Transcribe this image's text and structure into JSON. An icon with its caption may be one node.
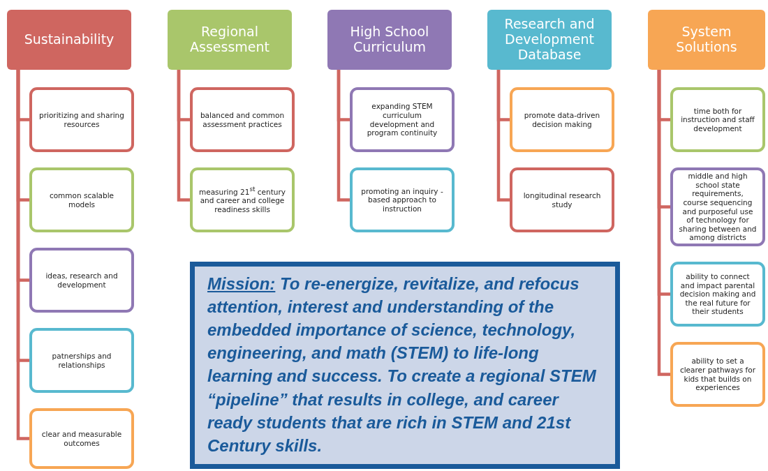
{
  "diagram": {
    "nodes": [
      {
        "text": [
          "Sustainability"
        ]
      },
      {
        "text": [
          "prioritizing and sharing resources"
        ]
      },
      {
        "text": [
          "common scalable models"
        ]
      },
      {
        "text": [
          "ideas, research and development"
        ]
      },
      {
        "text": [
          "patnerships and relationships"
        ]
      },
      {
        "text": [
          "clear and measurable outcomes"
        ]
      },
      {
        "text": [
          "Regional Assessment"
        ]
      },
      {
        "text": [
          "balanced and common assessment practices"
        ]
      },
      {
        "text": [
          "measuring 21$^{st}$ century and career and college readiness skills"
        ]
      },
      {
        "text": [
          "High School Curriculum"
        ]
      },
      {
        "text": [
          "expanding STEM curriculum development and program continuity"
        ]
      },
      {
        "text": [
          "promoting an inquiry - based approach to instruction"
        ]
      },
      {
        "text": [
          "Research and Development Database"
        ]
      },
      {
        "text": [
          "promote data-driven decision making"
        ]
      },
      {
        "text": [
          "longitudinal research study"
        ]
      },
      {
        "text": [
          "System Solutions"
        ]
      },
      {
        "text": [
          "time both for instruction and staff development"
        ]
      },
      {
        "text": [
          "middle and high school state requirements, course sequencing and purposeful use of technology for sharing between and among districts"
        ]
      },
      {
        "text": [
          "ability to connect and impact parental decision making and the real future for their students"
        ]
      },
      {
        "text": [
          "ability to set a clearer pathways for kids that builds on experiences"
        ]
      },
      {
        "text": [
          "Mission:",
          "To re-energize, revitalize, and refocus attention, interest and understanding of the embedded importance of science, technology, engineering, and math (STEM) to life-long learning and success. To create a regional STEM “pipeline” that results in college, and career ready students that are rich in STEM and 21st Century skills."
        ]
      }
    ],
    "edges": [
      {
        "from": 0,
        "to": 1,
        "arrow": "none"
      },
      {
        "from": 0,
        "to": 2,
        "arrow": "none"
      },
      {
        "from": 0,
        "to": 3,
        "arrow": "none"
      },
      {
        "from": 0,
        "to": 4,
        "arrow": "none"
      },
      {
        "from": 0,
        "to": 5,
        "arrow": "none"
      },
      {
        "from": 6,
        "to": 7,
        "arrow": "none"
      },
      {
        "from": 6,
        "to": 8,
        "arrow": "none"
      },
      {
        "from": 9,
        "to": 10,
        "arrow": "none"
      },
      {
        "from": 9,
        "to": 11,
        "arrow": "none"
      },
      {
        "from": 12,
        "to": 13,
        "arrow": "none"
      },
      {
        "from": 12,
        "to": 14,
        "arrow": "none"
      },
      {
        "from": 15,
        "to": 16,
        "arrow": "none"
      },
      {
        "from": 15,
        "to": 17,
        "arrow": "none"
      },
      {
        "from": 15,
        "to": 18,
        "arrow": "none"
      },
      {
        "from": 15,
        "to": 19,
        "arrow": "none"
      }
    ]
  }
}
